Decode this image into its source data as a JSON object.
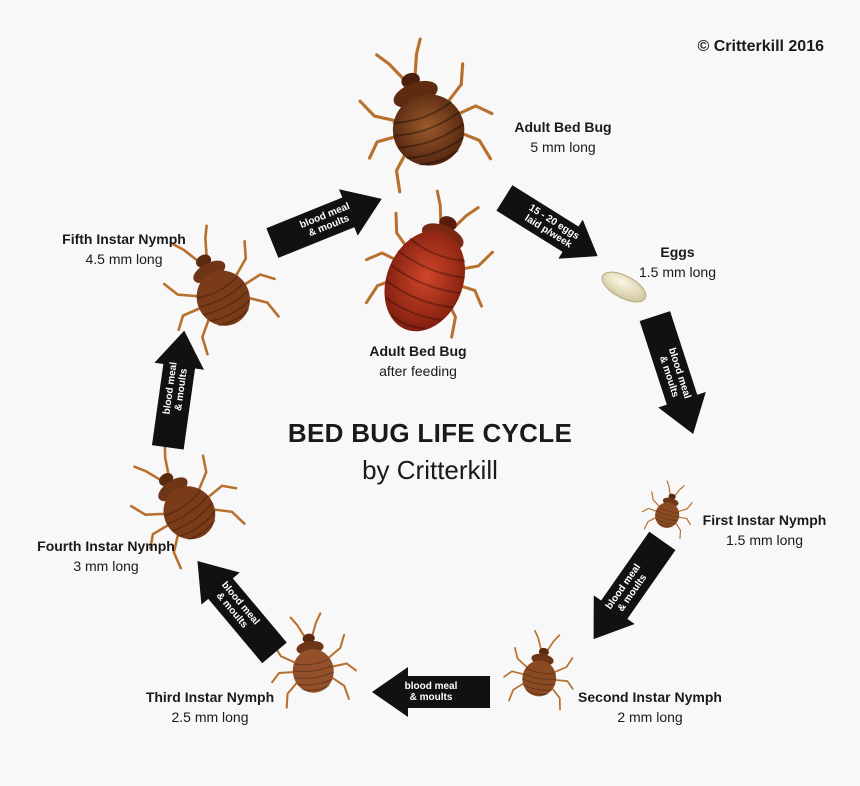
{
  "copyright": "© Critterkill 2016",
  "title": {
    "main": "BED BUG LIFE CYCLE",
    "sub": "by Critterkill"
  },
  "stages": {
    "adult": {
      "name": "Adult Bed Bug",
      "size": "5 mm long"
    },
    "adult_fed": {
      "name": "Adult Bed Bug",
      "size": "after feeding"
    },
    "eggs": {
      "name": "Eggs",
      "size": "1.5 mm long"
    },
    "first": {
      "name": "First Instar Nymph",
      "size": "1.5 mm long"
    },
    "second": {
      "name": "Second Instar Nymph",
      "size": "2 mm long"
    },
    "third": {
      "name": "Third Instar Nymph",
      "size": "2.5 mm long"
    },
    "fourth": {
      "name": "Fourth Instar Nymph",
      "size": "3 mm long"
    },
    "fifth": {
      "name": "Fifth Instar Nymph",
      "size": "4.5 mm long"
    }
  },
  "arrows": {
    "eggs_laid": {
      "line1": "15 - 20 eggs",
      "line2": "laid p/week"
    },
    "moult_1": {
      "line1": "blood meal",
      "line2": "& moults"
    },
    "moult_2": {
      "line1": "blood meal",
      "line2": "& moults"
    },
    "moult_3": {
      "line1": "blood meal",
      "line2": "& moults"
    },
    "moult_4": {
      "line1": "blood meal",
      "line2": "& moults"
    },
    "moult_5": {
      "line1": "blood meal",
      "line2": "& moults"
    },
    "moult_6": {
      "line1": "blood meal",
      "line2": "& moults"
    }
  },
  "colors": {
    "background": "#f8f8f8",
    "arrow": "#111111",
    "adult_body": "#6b3418",
    "fed_body": "#a8301a",
    "nymph_body": "#8a4a22",
    "leg": "#b8702e",
    "egg": "#ece5c8"
  },
  "icons": {
    "adult": "adult-bed-bug-icon",
    "adult_fed": "fed-adult-bed-bug-icon",
    "eggs": "egg-icon",
    "nymph": "nymph-icon",
    "arrow": "arrow-icon"
  }
}
